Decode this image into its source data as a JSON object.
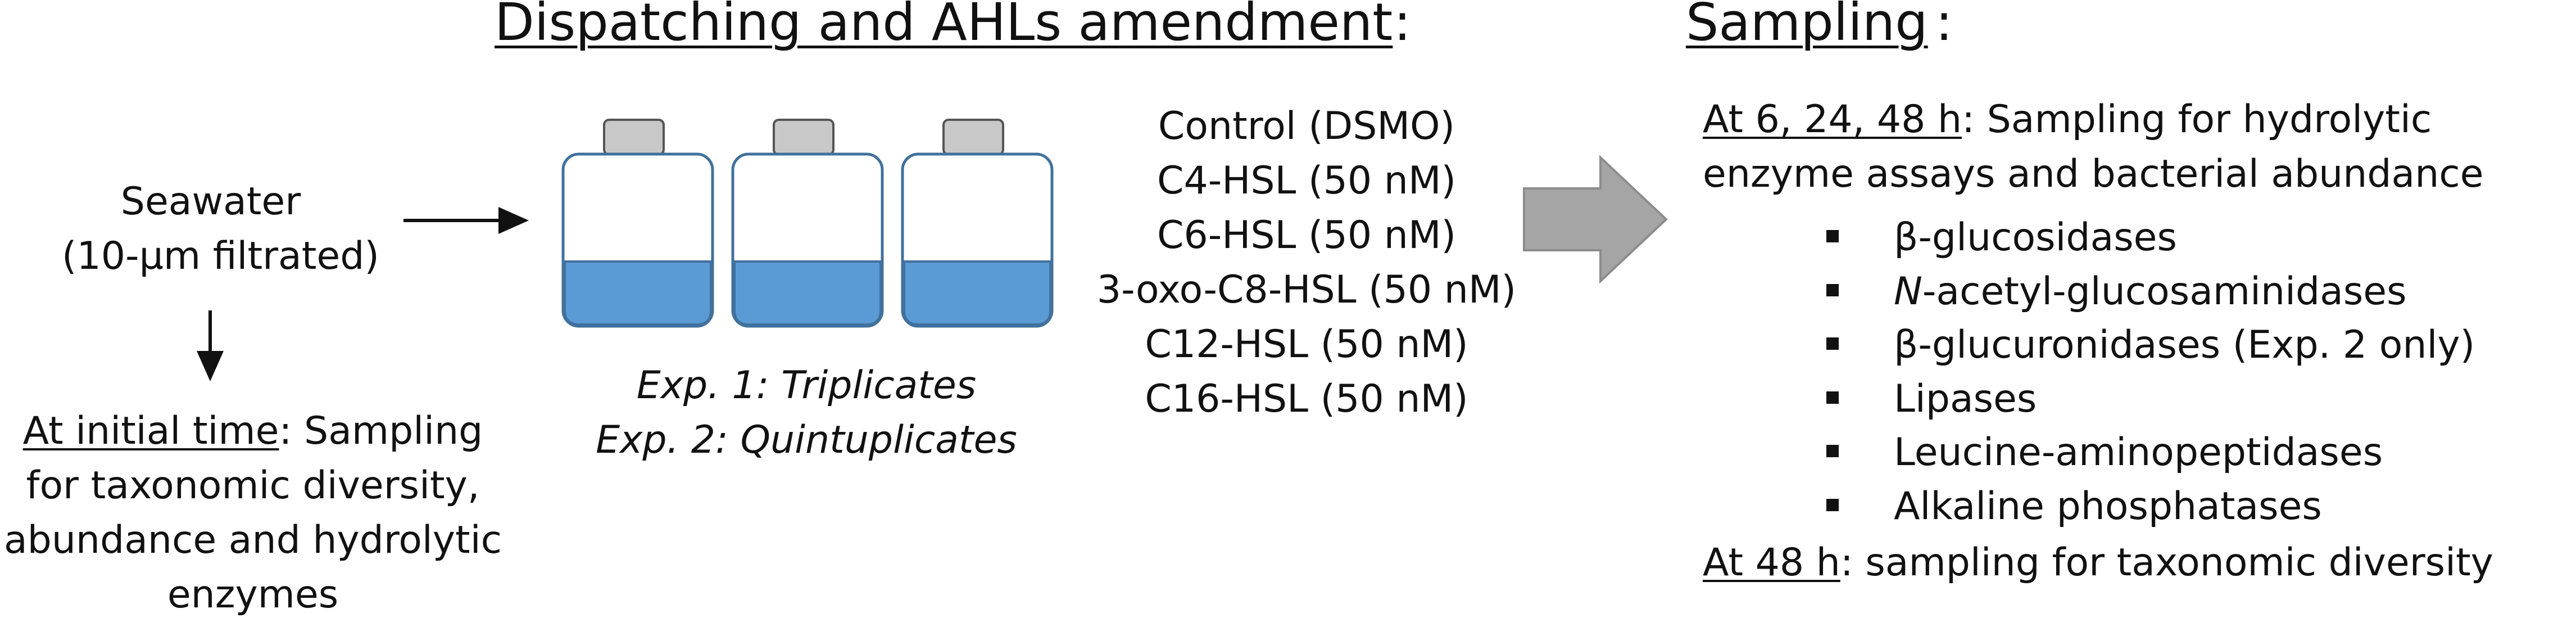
{
  "headings": {
    "dispatching": "Dispatching and AHLs amendment",
    "dispatching_colon": ":",
    "sampling": "Sampling",
    "sampling_colon": ":"
  },
  "seawater": {
    "line1": "Seawater",
    "line2": "(10-µm filtrated)"
  },
  "initial_sampling": {
    "label": "At initial time",
    "text_line1": ": Sampling",
    "line2": "for taxonomic diversity,",
    "line3": "abundance and hydrolytic",
    "line4": "enzymes"
  },
  "bottles": {
    "count": 3,
    "cap_color": "#c8c8c8",
    "liquid_color": "#5b9bd5",
    "outline_color": "#41719c"
  },
  "experiments": {
    "exp1": "Exp. 1: Triplicates",
    "exp2": "Exp. 2: Quintuplicates"
  },
  "treatments": [
    "Control (DSMO)",
    "C4-HSL (50 nM)",
    "C6-HSL (50 nM)",
    "3-oxo-C8-HSL (50 nM)",
    "C12-HSL (50 nM)",
    "C16-HSL (50 nM)"
  ],
  "sampling": {
    "time1_label": "At 6, 24, 48 h",
    "time1_text_line1": ": Sampling for hydrolytic",
    "time1_text_line2": "enzyme assays and bacterial abundance",
    "enzymes": [
      {
        "prefix": "",
        "italic": "",
        "text": "β-glucosidases"
      },
      {
        "prefix": "",
        "italic": "N",
        "text": "-acetyl-glucosaminidases"
      },
      {
        "prefix": "",
        "italic": "",
        "text": "β-glucuronidases (Exp. 2 only)"
      },
      {
        "prefix": "",
        "italic": "",
        "text": "Lipases"
      },
      {
        "prefix": "",
        "italic": "",
        "text": "Leucine-aminopeptidases"
      },
      {
        "prefix": "",
        "italic": "",
        "text": "Alkaline phosphatases"
      }
    ],
    "time2_label": "At 48 h",
    "time2_text": ": sampling for taxonomic diversity"
  },
  "colors": {
    "big_arrow_fill": "#a5a5a5",
    "big_arrow_stroke": "#8c8c8c",
    "text": "#111111"
  }
}
